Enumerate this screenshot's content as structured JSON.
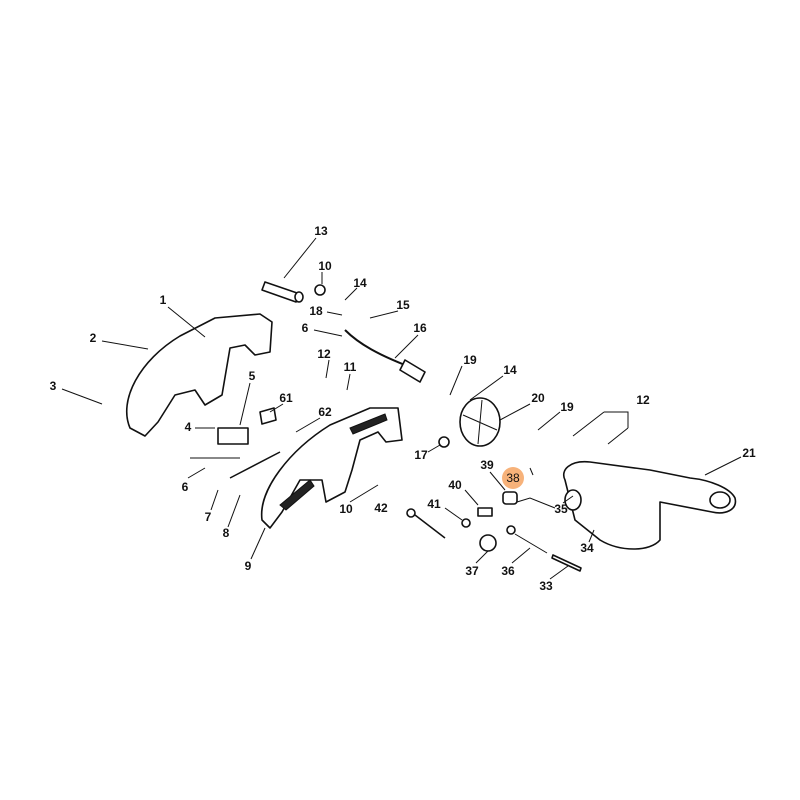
{
  "diagram": {
    "highlight_color": "#f7b27a",
    "highlighted_part": "38",
    "callouts": [
      "13",
      "10",
      "14",
      "15",
      "18",
      "6",
      "16",
      "1",
      "2",
      "3",
      "5",
      "12",
      "11",
      "61",
      "62",
      "4",
      "19",
      "14",
      "20",
      "19",
      "12",
      "21",
      "17",
      "39",
      "40",
      "38",
      "6",
      "7",
      "8",
      "10",
      "42",
      "41",
      "35",
      "34",
      "9",
      "37",
      "36",
      "33"
    ]
  }
}
